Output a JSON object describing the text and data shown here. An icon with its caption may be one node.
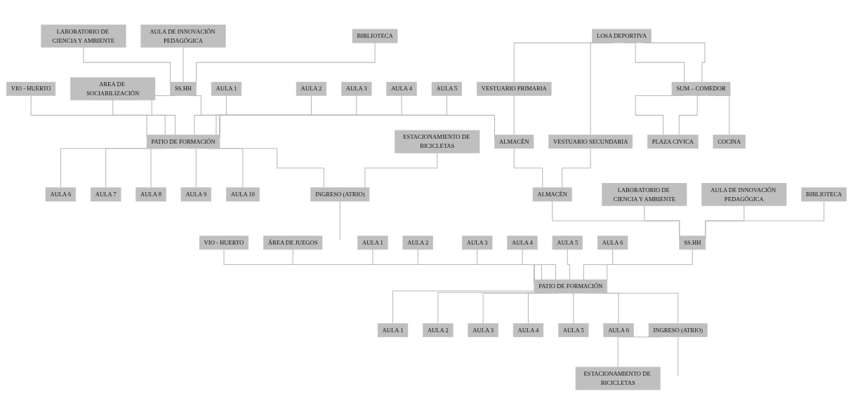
{
  "diagram": {
    "nodes": [
      {
        "text": [
          "VIO - HUERTO"
        ]
      },
      {
        "text": [
          "AREA DE SOCIABILIZACIÓN"
        ]
      },
      {
        "text": [
          "LABORATORIO DE CIENCIA Y AMBIENTE"
        ]
      },
      {
        "text": [
          "AULA DE INNOVACIÓN PEDAGÓGICA"
        ]
      },
      {
        "text": [
          "BIBLIOTECA"
        ]
      },
      {
        "text": [
          "SS.HH"
        ]
      },
      {
        "text": [
          "AULA 1"
        ]
      },
      {
        "text": [
          "AULA 2"
        ]
      },
      {
        "text": [
          "AULA 3"
        ]
      },
      {
        "text": [
          "AULA 4"
        ]
      },
      {
        "text": [
          "AULA 5"
        ]
      },
      {
        "text": [
          "PATIO DE FORMACIÓN"
        ]
      },
      {
        "text": [
          "AULA 6"
        ]
      },
      {
        "text": [
          "AULA 7"
        ]
      },
      {
        "text": [
          "AULA 8"
        ]
      },
      {
        "text": [
          "AULA 9"
        ]
      },
      {
        "text": [
          "AULA 10"
        ]
      },
      {
        "text": [
          "ESTACIONAMIENTO DE BICICLETAS"
        ]
      },
      {
        "text": [
          "INGRESO (ATRIO)"
        ]
      },
      {
        "text": [
          "LOSA DEPORTIVA"
        ]
      },
      {
        "text": [
          "VESTUARIO PRIMARIA"
        ]
      },
      {
        "text": [
          "VESTUARIO SECUNDARIA"
        ]
      },
      {
        "text": [
          "ALMACÉN"
        ]
      },
      {
        "text": [
          "ALMACÉN"
        ]
      },
      {
        "text": [
          "SUM – COMEDOR"
        ]
      },
      {
        "text": [
          "COCINA"
        ]
      },
      {
        "text": [
          "PLAZA CIVICA"
        ]
      },
      {
        "text": [
          "VIO - HUERTO"
        ]
      },
      {
        "text": [
          "ÁREA DE JUEGOS"
        ]
      },
      {
        "text": [
          "LABORATORIO DE CIENCIA Y AMBIENTE"
        ]
      },
      {
        "text": [
          "AULA DE INNOVACIÓN PEDAGÓGICA"
        ]
      },
      {
        "text": [
          "BIBLIOTECA"
        ]
      },
      {
        "text": [
          "SS.HH"
        ]
      },
      {
        "text": [
          "AULA 1"
        ]
      },
      {
        "text": [
          "AULA 2"
        ]
      },
      {
        "text": [
          "AULA 3"
        ]
      },
      {
        "text": [
          "AULA 4"
        ]
      },
      {
        "text": [
          "AULA 5"
        ]
      },
      {
        "text": [
          "AULA 6"
        ]
      },
      {
        "text": [
          "PATIO DE FORMACIÓN"
        ]
      },
      {
        "text": [
          "AULA 1"
        ]
      },
      {
        "text": [
          "AULA 2"
        ]
      },
      {
        "text": [
          "AULA 3"
        ]
      },
      {
        "text": [
          "AULA 4"
        ]
      },
      {
        "text": [
          "AULA 5"
        ]
      },
      {
        "text": [
          "AULA 6"
        ]
      },
      {
        "text": [
          "INGRESO (ATRIO)"
        ]
      },
      {
        "text": [
          "ESTACIONAMIENTO DE BICICLETAS"
        ]
      }
    ],
    "edges": [
      {
        "from": 0,
        "to": 11,
        "arrow": "none"
      },
      {
        "from": 1,
        "to": 11,
        "arrow": "none"
      },
      {
        "from": 2,
        "to": 5,
        "arrow": "none"
      },
      {
        "from": 3,
        "to": 5,
        "arrow": "none"
      },
      {
        "from": 4,
        "to": 5,
        "arrow": "none"
      },
      {
        "from": 5,
        "to": 11,
        "arrow": "none"
      },
      {
        "from": 5,
        "to": 22,
        "arrow": "none"
      },
      {
        "from": 6,
        "to": 11,
        "arrow": "none"
      },
      {
        "from": 7,
        "to": 11,
        "arrow": "none"
      },
      {
        "from": 8,
        "to": 11,
        "arrow": "none"
      },
      {
        "from": 9,
        "to": 11,
        "arrow": "none"
      },
      {
        "from": 10,
        "to": 11,
        "arrow": "none"
      },
      {
        "from": 11,
        "to": 12,
        "arrow": "none"
      },
      {
        "from": 11,
        "to": 13,
        "arrow": "none"
      },
      {
        "from": 11,
        "to": 14,
        "arrow": "none"
      },
      {
        "from": 11,
        "to": 15,
        "arrow": "none"
      },
      {
        "from": 11,
        "to": 16,
        "arrow": "none"
      },
      {
        "from": 11,
        "to": 18,
        "arrow": "none"
      },
      {
        "from": 17,
        "to": 18,
        "arrow": "none"
      },
      {
        "from": 18,
        "to": null,
        "arrow": "none"
      },
      {
        "from": 19,
        "to": 20,
        "arrow": "none"
      },
      {
        "from": 19,
        "to": 21,
        "arrow": "none"
      },
      {
        "from": 20,
        "to": 22,
        "arrow": "none"
      },
      {
        "from": 21,
        "to": 23,
        "arrow": "none"
      },
      {
        "from": 22,
        "to": 23,
        "arrow": "none"
      },
      {
        "from": 19,
        "to": 24,
        "arrow": "none"
      },
      {
        "from": 24,
        "to": 26,
        "arrow": "none"
      },
      {
        "from": 19,
        "to": 24,
        "arrow": "none"
      },
      {
        "from": 24,
        "to": 26,
        "arrow": "none"
      },
      {
        "from": 24,
        "to": 25,
        "arrow": "none"
      },
      {
        "from": 23,
        "to": 32,
        "arrow": "none"
      },
      {
        "from": 27,
        "to": 39,
        "arrow": "none"
      },
      {
        "from": 28,
        "to": 39,
        "arrow": "none"
      },
      {
        "from": 29,
        "to": 32,
        "arrow": "none"
      },
      {
        "from": 30,
        "to": 32,
        "arrow": "none"
      },
      {
        "from": 31,
        "to": 32,
        "arrow": "none"
      },
      {
        "from": 32,
        "to": 39,
        "arrow": "none"
      },
      {
        "from": 33,
        "to": 39,
        "arrow": "none"
      },
      {
        "from": 34,
        "to": 39,
        "arrow": "none"
      },
      {
        "from": 35,
        "to": 39,
        "arrow": "none"
      },
      {
        "from": 36,
        "to": 39,
        "arrow": "none"
      },
      {
        "from": 37,
        "to": 39,
        "arrow": "none"
      },
      {
        "from": 38,
        "to": 39,
        "arrow": "none"
      },
      {
        "from": 39,
        "to": 40,
        "arrow": "none"
      },
      {
        "from": 39,
        "to": 41,
        "arrow": "none"
      },
      {
        "from": 39,
        "to": 42,
        "arrow": "none"
      },
      {
        "from": 39,
        "to": 43,
        "arrow": "none"
      },
      {
        "from": 39,
        "to": 44,
        "arrow": "none"
      },
      {
        "from": 39,
        "to": 45,
        "arrow": "none"
      },
      {
        "from": 39,
        "to": 46,
        "arrow": "none"
      },
      {
        "from": 46,
        "to": 47,
        "arrow": "none"
      },
      {
        "from": 46,
        "to": null,
        "arrow": "none"
      }
    ]
  }
}
